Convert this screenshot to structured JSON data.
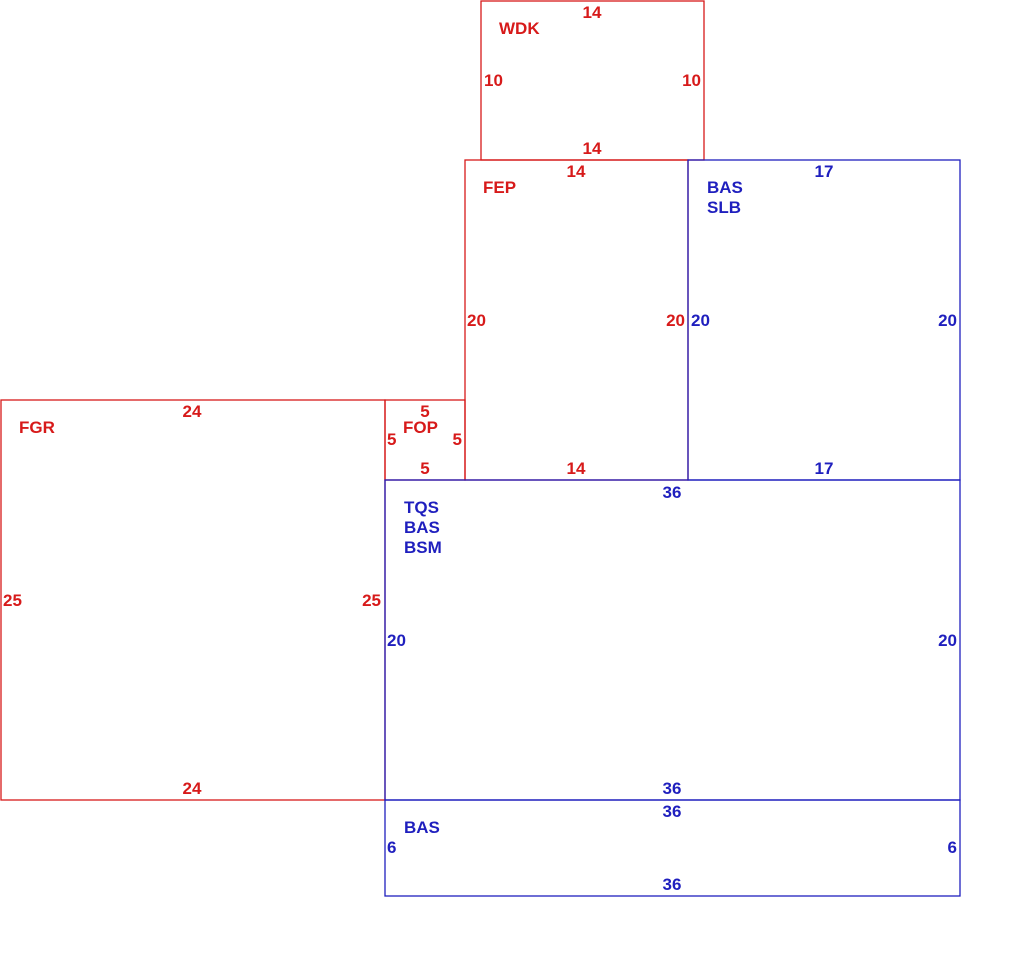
{
  "colors": {
    "red": "#d71a1a",
    "blue": "#1f1fbe"
  },
  "areas": [
    {
      "id": "wdk",
      "color": "red",
      "codes": [
        "WDK"
      ],
      "dims": {
        "top": "14",
        "bottom": "14",
        "left": "10",
        "right": "10"
      }
    },
    {
      "id": "fep",
      "color": "red",
      "codes": [
        "FEP"
      ],
      "dims": {
        "top": "14",
        "bottom": "14",
        "left": "20",
        "right": "20"
      }
    },
    {
      "id": "bas-slb",
      "color": "blue",
      "codes": [
        "BAS",
        "SLB"
      ],
      "dims": {
        "top": "17",
        "bottom": "17",
        "left": "20",
        "right": "20"
      }
    },
    {
      "id": "fgr",
      "color": "red",
      "codes": [
        "FGR"
      ],
      "dims": {
        "top": "24",
        "bottom": "24",
        "left": "25",
        "right": "25"
      }
    },
    {
      "id": "fop",
      "color": "red",
      "codes": [
        "FOP"
      ],
      "dims": {
        "top": "5",
        "bottom": "5",
        "left": "5",
        "right": "5"
      }
    },
    {
      "id": "tqs-bas-bsm",
      "color": "blue",
      "codes": [
        "TQS",
        "BAS",
        "BSM"
      ],
      "dims": {
        "top": "36",
        "bottom": "36",
        "left": "20",
        "right": "20"
      }
    },
    {
      "id": "bas",
      "color": "blue",
      "codes": [
        "BAS"
      ],
      "dims": {
        "top": "36",
        "bottom": "36",
        "left": "6",
        "right": "6"
      }
    }
  ]
}
